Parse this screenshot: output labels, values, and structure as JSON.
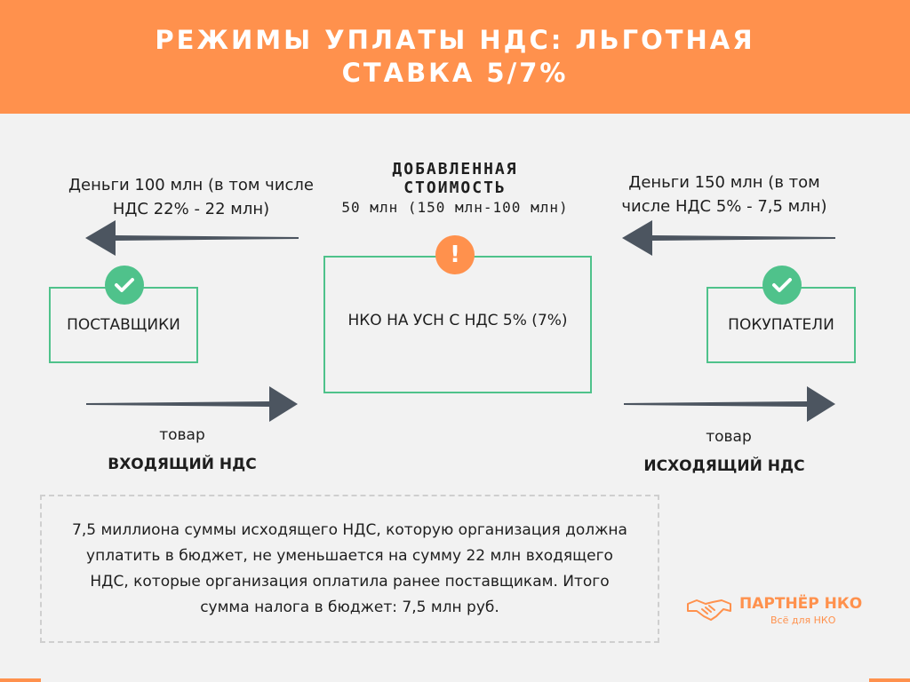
{
  "header": {
    "title": "РЕЖИМЫ УПЛАТЫ НДС: ЛЬГОТНАЯ СТАВКА 5/7%"
  },
  "left": {
    "money": "Деньги 100 млн (в том числе НДС 22% - 22 млн)",
    "box_label": "ПОСТАВЩИКИ",
    "goods": "товар",
    "vat": "ВХОДЯЩИЙ НДС"
  },
  "center": {
    "added_value_title": "ДОБАВЛЕННАЯ СТОИМОСТЬ",
    "added_value_sub": "50 млн (150 млн-100 млн)",
    "box_label": "НКО НА УСН С НДС 5% (7%)",
    "alert_glyph": "!"
  },
  "right": {
    "money": "Деньги 150 млн (в том числе НДС 5% - 7,5 млн)",
    "box_label": "ПОКУПАТЕЛИ",
    "goods": "товар",
    "vat": "ИСХОДЯЩИЙ НДС"
  },
  "note": {
    "text": "7,5 миллиона суммы исходящего НДС, которую организация должна уплатить в бюджет, не уменьшается на сумму 22 млн входящего НДС, которые организация оплатила ранее поставщикам. Итого сумма налога в бюджет: 7,5 млн руб."
  },
  "logo": {
    "name": "ПАРТНЁР НКО",
    "tagline": "Всё для НКО",
    "icon": "handshake-icon"
  },
  "colors": {
    "accent": "#ff914d",
    "box_border": "#4fc28b",
    "check": "#4fc28b",
    "arrow": "#4c5560",
    "background": "#f2f2f2"
  }
}
